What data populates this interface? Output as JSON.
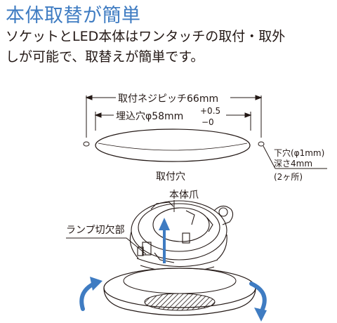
{
  "heading": {
    "title": "本体取替が簡単",
    "line1": "ソケットとLED本体はワンタッチの取付・取外",
    "line2": "しが可能で、取替えが簡単です。"
  },
  "diagram": {
    "pitch_label": "取付ネジピッチ66mm",
    "hole_label": "埋込穴φ58mm",
    "tol_plus": "+0.5",
    "tol_minus": "−0",
    "hole_caption": "取付穴",
    "pilot_line1": "下穴(φ1mm)",
    "pilot_line2": "深さ4mm",
    "pilot_line3": "(2ヶ所)",
    "claw_label": "本体爪",
    "notch_label": "ランプ切欠部"
  },
  "colors": {
    "accent": "#3f7cc2",
    "line": "#231815"
  }
}
